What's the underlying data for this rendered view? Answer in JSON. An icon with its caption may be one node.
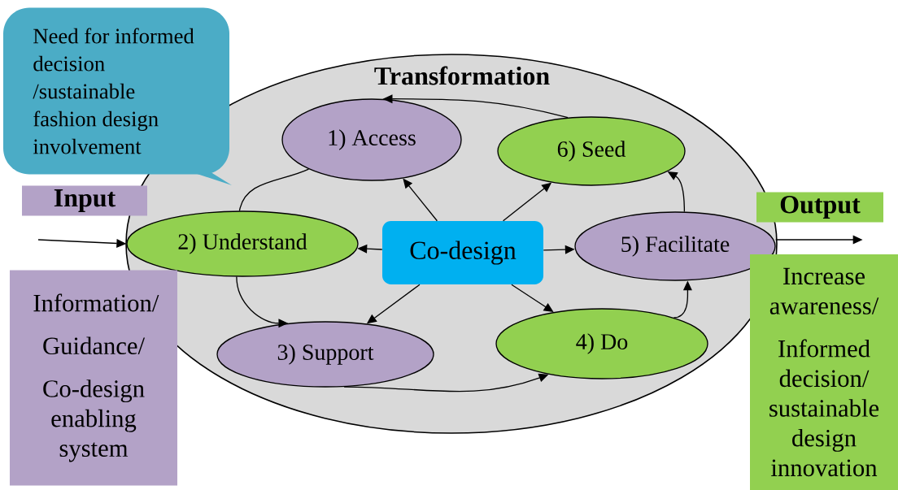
{
  "diagram": {
    "nodes": [
      {
        "text": [
          "Transformation"
        ]
      },
      {
        "text": [
          "1) Access"
        ],
        "in": 0
      },
      {
        "text": [
          "6) Seed"
        ],
        "in": 0
      },
      {
        "text": [
          "2) Understand"
        ],
        "in": 0
      },
      {
        "text": [
          "Co-design"
        ],
        "in": 0
      },
      {
        "text": [
          "5) Facilitate"
        ],
        "in": 0
      },
      {
        "text": [
          "3) Support"
        ],
        "in": 0
      },
      {
        "text": [
          "4) Do"
        ],
        "in": 0
      },
      {
        "text": [
          "Need for informed decision /sustainable fashion design involvement"
        ]
      },
      {
        "text": [
          "Input"
        ]
      },
      {
        "text": [
          "Information/",
          "Guidance/",
          "Co-design enabling system"
        ]
      },
      {
        "text": [
          "Output"
        ]
      },
      {
        "text": [
          "Increase awareness/",
          "Informed decision/ sustainable design innovation"
        ]
      }
    ],
    "edges": [
      {
        "from": 4,
        "to": 1,
        "arrow": "to"
      },
      {
        "from": 4,
        "to": 3,
        "arrow": "to"
      },
      {
        "from": 4,
        "to": 2,
        "arrow": "to"
      },
      {
        "from": 4,
        "to": 5,
        "arrow": "to"
      },
      {
        "from": 4,
        "to": 6,
        "arrow": "to"
      },
      {
        "from": 4,
        "to": 7,
        "arrow": "to"
      },
      {
        "from": 1,
        "to": 3,
        "arrow": "none"
      },
      {
        "from": 3,
        "to": 6,
        "arrow": "to"
      },
      {
        "from": 6,
        "to": 7,
        "arrow": "to"
      },
      {
        "from": 7,
        "to": 5,
        "arrow": "to"
      },
      {
        "from": 5,
        "to": 2,
        "arrow": "to"
      },
      {
        "from": 2,
        "to": 1,
        "arrow": "to"
      },
      {
        "from": null,
        "to": 3,
        "arrow": "to"
      },
      {
        "from": 5,
        "to": null,
        "arrow": "to"
      }
    ]
  }
}
